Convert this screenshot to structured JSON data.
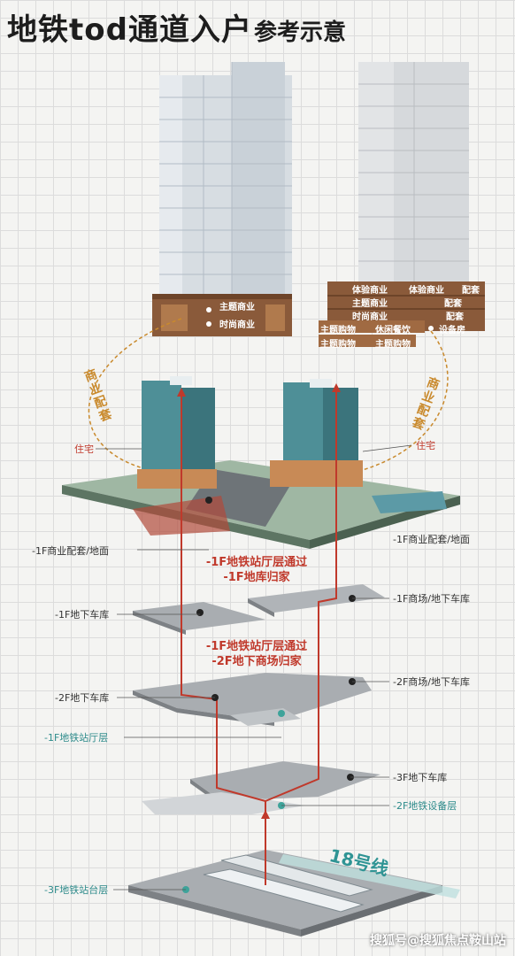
{
  "title": {
    "main": "地铁tod通道入户",
    "sub": "参考示意"
  },
  "pod_left": {
    "items": [
      "主题商业",
      "时尚商业"
    ]
  },
  "pod_right": {
    "items": [
      "体验商业",
      "体验商业",
      "配套",
      "主题商业",
      "配套",
      "时尚商业",
      "配套",
      "主题购物",
      "休闲餐饮",
      "设备房",
      "主题购物",
      "主题购物"
    ]
  },
  "ring_left": "商业配套",
  "ring_right": "商业配套",
  "residence_left": "住宅",
  "residence_right": "住宅",
  "levels": {
    "l1_left": "-1F商业配套/地面",
    "l1_right": "-1F商业配套/地面",
    "b1_left": "-1F地下车库",
    "b1_right": "-1F商场/地下车库",
    "b2_left": "-2F地下车库",
    "b2_right": "-2F商场/地下车库",
    "metro_hall": "-1F地铁站厅层",
    "b3_right": "-3F地下车库",
    "metro_equip": "-2F地铁设备层",
    "platform": "-3F地铁站台层"
  },
  "routes": {
    "route1": [
      "-1F地铁站厅层通过",
      "-1F地库归家"
    ],
    "route2": [
      "-1F地铁站厅层通过",
      "-2F地下商场归家"
    ]
  },
  "metro_line": "18号线",
  "watermark": "搜狐号@搜狐焦点鞍山站",
  "colors": {
    "route": "#c0392b",
    "teal": "#2c8a8a",
    "pod": "#8a5a3a",
    "ring": "#c98a2d"
  }
}
